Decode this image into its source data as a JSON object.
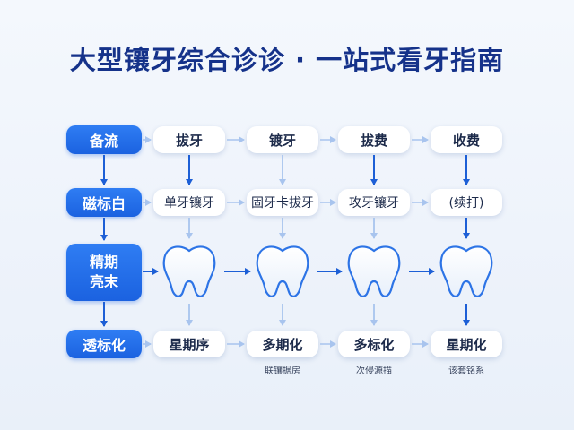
{
  "title": "大型镶牙综合诊诊 · 一站式看牙指南",
  "rows": [
    {
      "label": [
        "备流"
      ],
      "cells": [
        "拔牙",
        "镀牙",
        "拔费",
        "收费"
      ]
    },
    {
      "label": [
        "磁标白"
      ],
      "cells": [
        "单牙镶牙",
        "固牙卡拔牙",
        "攻牙镶牙",
        "(续打)"
      ]
    },
    {
      "label": [
        "精期",
        "亮末"
      ],
      "cells": [
        "tooth-icon",
        "tooth-icon",
        "tooth-icon",
        "tooth-icon"
      ]
    },
    {
      "label": [
        "透标化"
      ],
      "cells": [
        "星期序",
        "多期化",
        "多标化",
        "星期化"
      ],
      "captions": [
        "",
        "联镶据房",
        "次侵源描",
        "该套铭系"
      ]
    }
  ],
  "colors": {
    "accent": "#1b62e0",
    "title": "#15328a",
    "arrow_dark": "#1d5fd6",
    "arrow_light": "#a8c4ee"
  }
}
